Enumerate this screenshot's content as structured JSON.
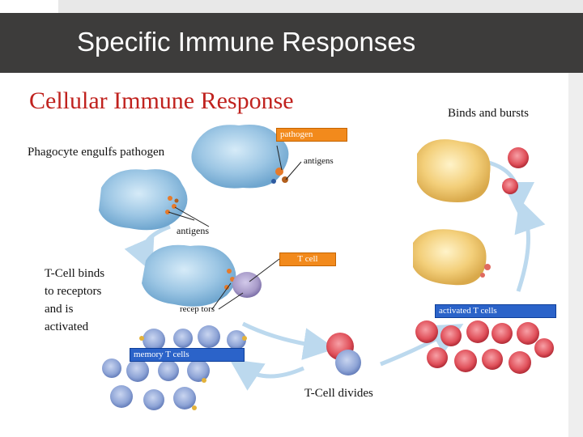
{
  "header": {
    "title": "Specific Immune Responses"
  },
  "slide": {
    "subtitle": "Cellular Immune Response"
  },
  "diagram": {
    "labels": {
      "phagocyte": "Phagocyte engulfs pathogen",
      "binds_bursts": "Binds  and bursts",
      "antigens_top": "antigens",
      "antigens_mid": "antigens",
      "tcell_binds": [
        "T-Cell binds",
        "to receptors",
        "and is",
        "activated"
      ],
      "receptors": "recep tors",
      "tcell_divides": "T-Cell divides"
    },
    "boxes": {
      "pathogen": "pathogen",
      "t_cell": "T cell",
      "activated": "activated T cells",
      "memory": "memory T cells"
    }
  },
  "colors": {
    "header_bg": "#3d3c3b",
    "subtitle": "#c0221e",
    "orange_box": "#f28a1c",
    "blue_box": "#2b63c9",
    "phagocyte": "#9cc6e4",
    "t_cell": "#a89bc9",
    "activated_cell": "#e0505a",
    "memory_cell": "#8ea4d6",
    "infected_cell": "#f3cf7a",
    "arrow": "#bcd9ee"
  }
}
